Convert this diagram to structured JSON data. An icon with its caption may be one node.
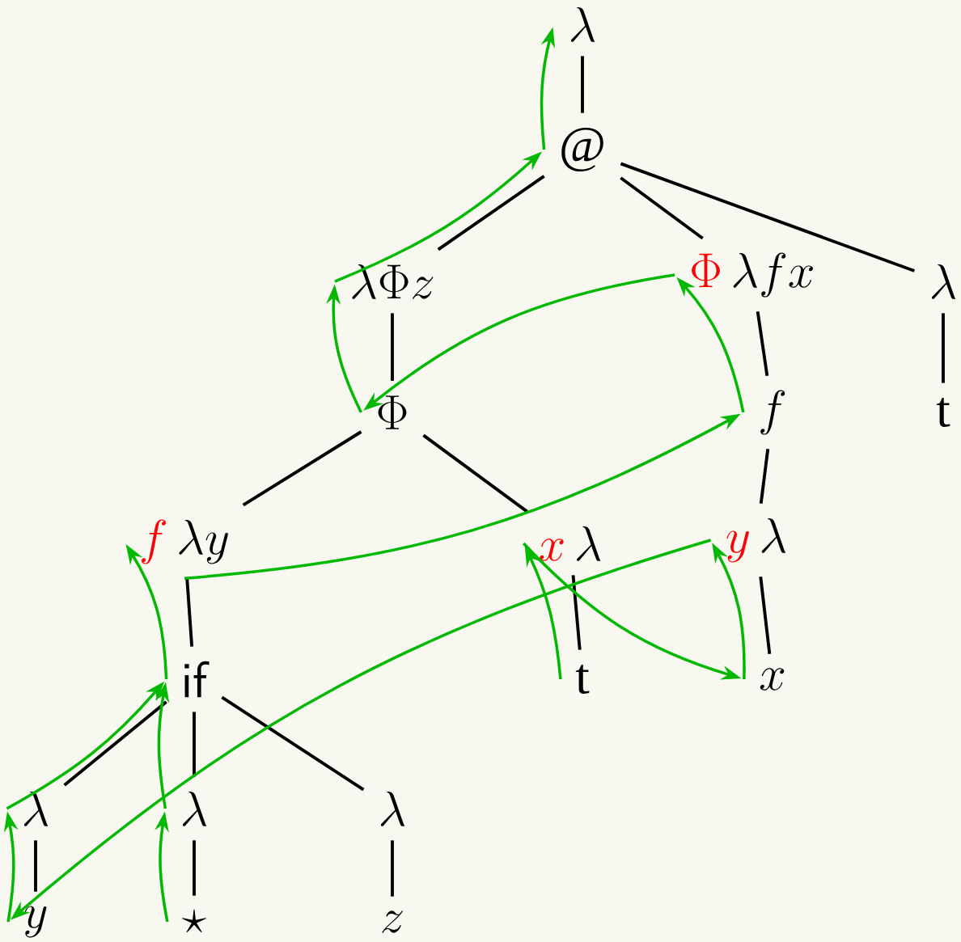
{
  "diagram": {
    "nodes": [
      {
        "text": [
          "\\lambda"
        ]
      },
      {
        "text": [
          "@"
        ]
      },
      {
        "text": [
          "\\lambda\\Phi z"
        ]
      },
      {
        "text": [
          "\\lambda f x"
        ],
        "beside": [
          "\\Phi"
        ]
      },
      {
        "text": [
          "\\lambda"
        ]
      },
      {
        "text": [
          "\\Phi"
        ]
      },
      {
        "text": [
          "f"
        ]
      },
      {
        "text": [
          "\\mathrm{t}"
        ]
      },
      {
        "text": [
          "\\lambda y"
        ],
        "beside": [
          "f"
        ]
      },
      {
        "text": [
          "\\lambda"
        ],
        "beside": [
          "x"
        ]
      },
      {
        "text": [
          "\\lambda"
        ],
        "beside": [
          "y"
        ]
      },
      {
        "text": [
          "\\mathsf{if}"
        ]
      },
      {
        "text": [
          "\\mathrm{t}"
        ]
      },
      {
        "text": [
          "x"
        ]
      },
      {
        "text": [
          "\\lambda"
        ]
      },
      {
        "text": [
          "\\lambda"
        ]
      },
      {
        "text": [
          "\\lambda"
        ]
      },
      {
        "text": [
          "y"
        ]
      },
      {
        "text": [
          "\\star"
        ]
      },
      {
        "text": [
          "z"
        ]
      }
    ],
    "edges": [
      {
        "from": 0,
        "to": 1,
        "arrow": "none"
      },
      {
        "from": 1,
        "to": 2,
        "arrow": "none"
      },
      {
        "from": 1,
        "to": 3,
        "arrow": "none"
      },
      {
        "from": 1,
        "to": 4,
        "arrow": "none"
      },
      {
        "from": 2,
        "to": 5,
        "arrow": "none"
      },
      {
        "from": 3,
        "to": 6,
        "arrow": "none"
      },
      {
        "from": 4,
        "to": 7,
        "arrow": "none"
      },
      {
        "from": 5,
        "to": 8,
        "arrow": "none"
      },
      {
        "from": 5,
        "to": 9,
        "arrow": "none"
      },
      {
        "from": 6,
        "to": 10,
        "arrow": "none"
      },
      {
        "from": 8,
        "to": 11,
        "arrow": "none"
      },
      {
        "from": 9,
        "to": 12,
        "arrow": "none"
      },
      {
        "from": 10,
        "to": 13,
        "arrow": "none"
      },
      {
        "from": 11,
        "to": 14,
        "arrow": "none"
      },
      {
        "from": 11,
        "to": 15,
        "arrow": "none"
      },
      {
        "from": 11,
        "to": 16,
        "arrow": "none"
      },
      {
        "from": 14,
        "to": 17,
        "arrow": "none"
      },
      {
        "from": 15,
        "to": 18,
        "arrow": "none"
      },
      {
        "from": 16,
        "to": 19,
        "arrow": "none"
      },
      {
        "from": 1,
        "to": 0,
        "arrow": "to",
        "color": "#00b800"
      },
      {
        "from": 2,
        "to": 1,
        "arrow": "to",
        "color": "#00b800"
      },
      {
        "from": 5,
        "to": 2,
        "arrow": "to",
        "color": "#00b800"
      },
      {
        "from": 3,
        "to": 5,
        "arrow": "to",
        "color": "#00b800"
      },
      {
        "from": 6,
        "to": 3,
        "arrow": "to",
        "color": "#00b800"
      },
      {
        "from": 8,
        "to": 6,
        "arrow": "to",
        "color": "#00b800"
      },
      {
        "from": 11,
        "to": 8,
        "arrow": "to",
        "color": "#00b800"
      },
      {
        "from": 14,
        "to": 11,
        "arrow": "to",
        "color": "#00b800"
      },
      {
        "from": 15,
        "to": 11,
        "arrow": "to",
        "color": "#00b800"
      },
      {
        "from": 17,
        "to": 14,
        "arrow": "to",
        "color": "#00b800"
      },
      {
        "from": 10,
        "to": 17,
        "arrow": "to",
        "color": "#00b800"
      },
      {
        "from": 18,
        "to": 15,
        "arrow": "to",
        "color": "#00b800"
      },
      {
        "from": 12,
        "to": 9,
        "arrow": "to",
        "color": "#00b800"
      },
      {
        "from": 9,
        "to": 13,
        "arrow": "to",
        "color": "#00b800"
      },
      {
        "from": 13,
        "to": 10,
        "arrow": "to",
        "color": "#00b800"
      }
    ]
  }
}
